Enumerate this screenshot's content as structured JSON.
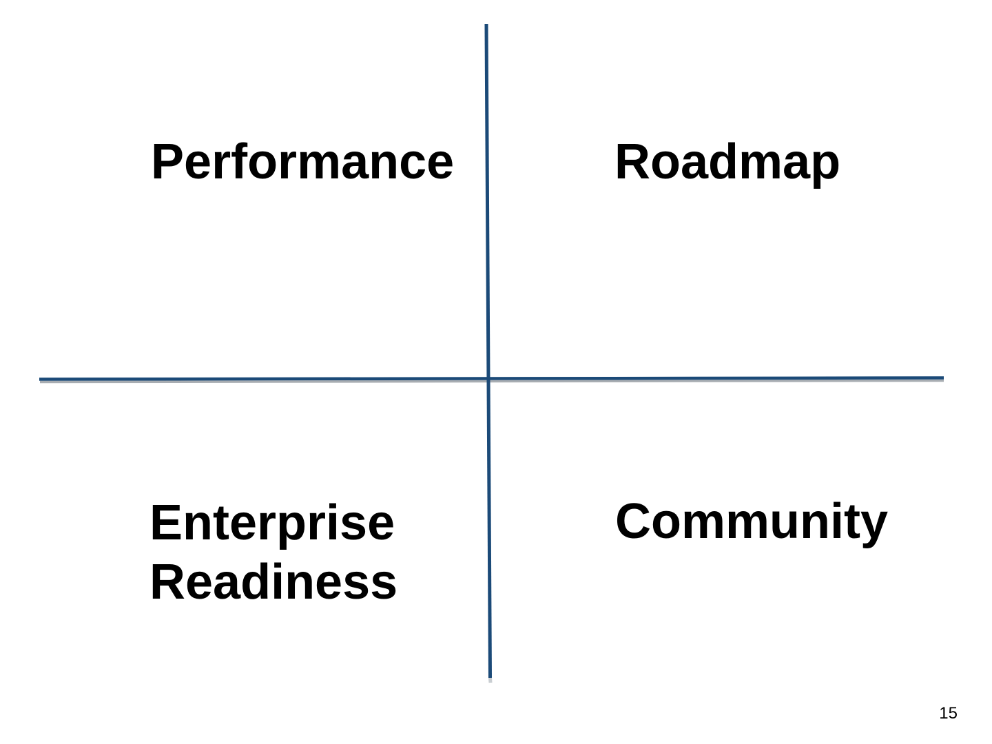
{
  "slide": {
    "quadrants": {
      "top_left": "Performance",
      "top_right": "Roadmap",
      "bottom_left": "Enterprise Readiness",
      "bottom_right": "Community"
    },
    "page_number": "15",
    "colors": {
      "axis": "#1b4a78",
      "axis_shadow": "#a8adb2",
      "axis_shadow_light": "#c9ced2",
      "text": "#000000",
      "background": "#ffffff"
    }
  }
}
